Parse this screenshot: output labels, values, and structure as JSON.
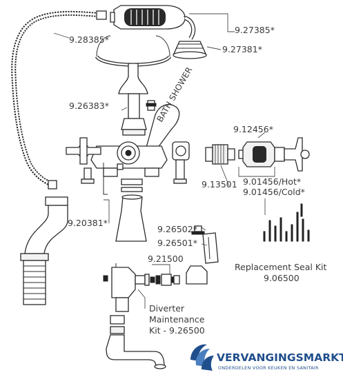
{
  "labels": {
    "hose": "9.28385*",
    "handset": "9.27385*",
    "shower_head": "9.27381*",
    "cradle": "9.26383*",
    "valve_top": "9.12456*",
    "cartridge": "9.13501",
    "lever_hot": "9.01456/Hot*",
    "lever_cold": "9.01456/Cold*",
    "spout_base": "9.20381*",
    "part_26502": "9.26502*",
    "part_26501": "9.26501*",
    "part_21500": "9.21500",
    "seal_kit_line1": "Replacement Seal Kit",
    "seal_kit_line2": "9.06500",
    "diverter_line1": "Diverter",
    "diverter_line2": "Maintenance",
    "diverter_line3": "Kit - 9.26500"
  },
  "handle_text": "BATH SHOWER",
  "brand": {
    "name": "VERVANGINGSMARKT",
    "tagline": "ONDERDELEN VOOR KEUKEN EN SANITAIR"
  },
  "colors": {
    "ink": "#2a2a2a",
    "brand_blue": "#1f4e8c"
  }
}
